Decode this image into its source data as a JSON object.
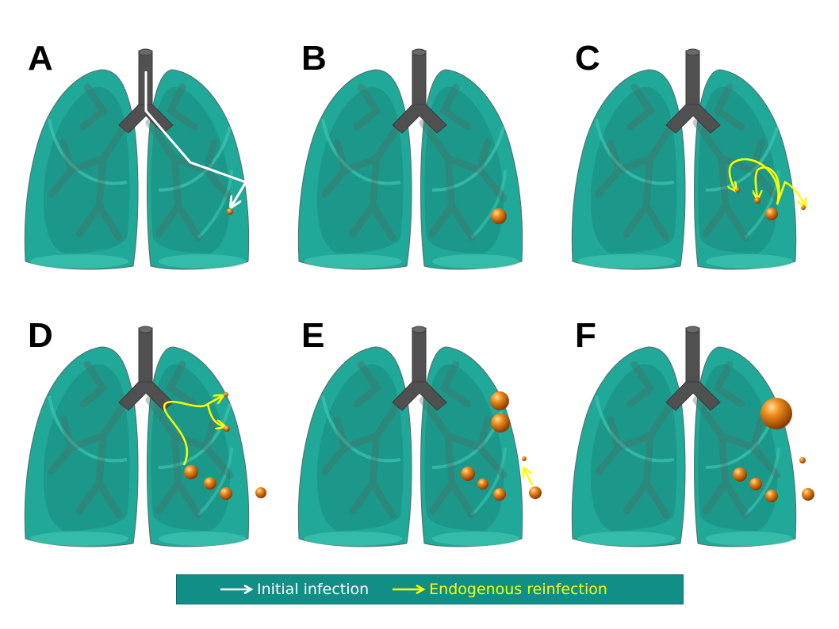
{
  "panels": [
    {
      "letter": "A"
    },
    {
      "letter": "B"
    },
    {
      "letter": "C"
    },
    {
      "letter": "D"
    },
    {
      "letter": "E"
    },
    {
      "letter": "F"
    }
  ],
  "legend": {
    "initial_label": "Initial infection",
    "initial_color": "#ffffff",
    "endogenous_label": "Endogenous reinfection",
    "endogenous_color": "#ffff00"
  },
  "colors": {
    "lung": "#1fa594",
    "lung_inner": "#17857a",
    "airway": "#505050",
    "lesion": "#e07a10",
    "legend_bg": "#118f86"
  }
}
